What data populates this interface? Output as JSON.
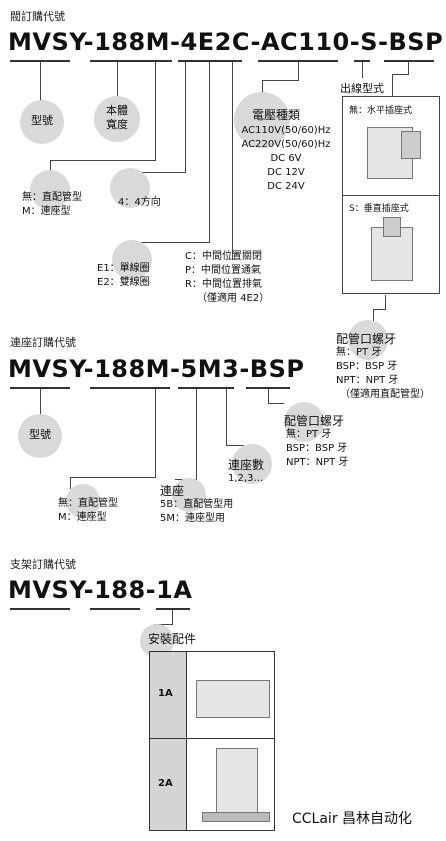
{
  "section1": {
    "title": "閥訂購代號",
    "code_parts": [
      "MVSY",
      "-",
      "188M",
      "-",
      "4",
      "E2",
      "C",
      "-",
      "AC110",
      "-",
      "S",
      "-",
      "BSP"
    ],
    "model_label": "型號",
    "width_label": "本體\n寬度",
    "base_options": [
      "無：直配管型",
      "M：連座型"
    ],
    "direction_label": "4：4方向",
    "coil_options": [
      "E1：單線圈",
      "E2：雙線圈"
    ],
    "center_options": [
      "C：中間位置關閉",
      "P：中間位置通氣",
      "R：中間位置排氣",
      "（僅適用 4E2）"
    ],
    "voltage_title": "電壓種類",
    "voltages": [
      "AC110V(50/60)Hz",
      "AC220V(50/60)Hz",
      "DC 6V",
      "DC 12V",
      "DC 24V"
    ],
    "outlet_title": "出線型式",
    "outlet_horizontal": "無：水平插座式",
    "outlet_vertical": "S：垂直插座式",
    "thread_title": "配管口螺牙",
    "thread_options": [
      "無：PT 牙",
      "BSP：BSP 牙",
      "NPT：NPT 牙",
      "（僅適用直配管型）"
    ]
  },
  "section2": {
    "title": "連座訂購代號",
    "code_parts": [
      "MVSY",
      "-",
      "188M",
      "-",
      "5M",
      "3",
      "-",
      "BSP"
    ],
    "model_label": "型號",
    "base_options": [
      "無：直配管型",
      "M：連座型"
    ],
    "manifold_title": "連座",
    "manifold_options": [
      "5B：直配管型用",
      "5M：連座型用"
    ],
    "count_title": "連座數",
    "count_values": "1,2,3…",
    "thread_title": "配管口螺牙",
    "thread_options": [
      "無：PT 牙",
      "BSP：BSP 牙",
      "NPT：NPT 牙"
    ]
  },
  "section3": {
    "title": "支架訂購代號",
    "code_parts": [
      "MVSY",
      "-",
      "188",
      "-",
      "1A"
    ],
    "accessory_title": "安裝配件",
    "rows": [
      "1A",
      "2A"
    ]
  },
  "watermark": "CCLair 昌林自动化"
}
